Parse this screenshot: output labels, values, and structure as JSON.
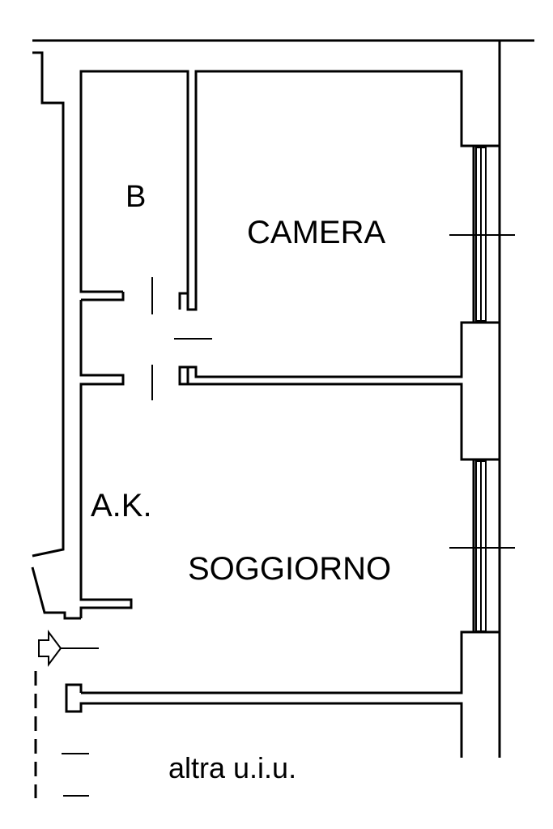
{
  "rooms": {
    "bathroom": "B",
    "bedroom": "CAMERA",
    "kitchen": "A.K.",
    "living_room": "SOGGIORNO",
    "other_unit": "altra u.i.u."
  },
  "colors": {
    "ink": "#000000",
    "paper": "#ffffff"
  },
  "icons": {
    "entrance": "entrance-arrow-icon"
  }
}
